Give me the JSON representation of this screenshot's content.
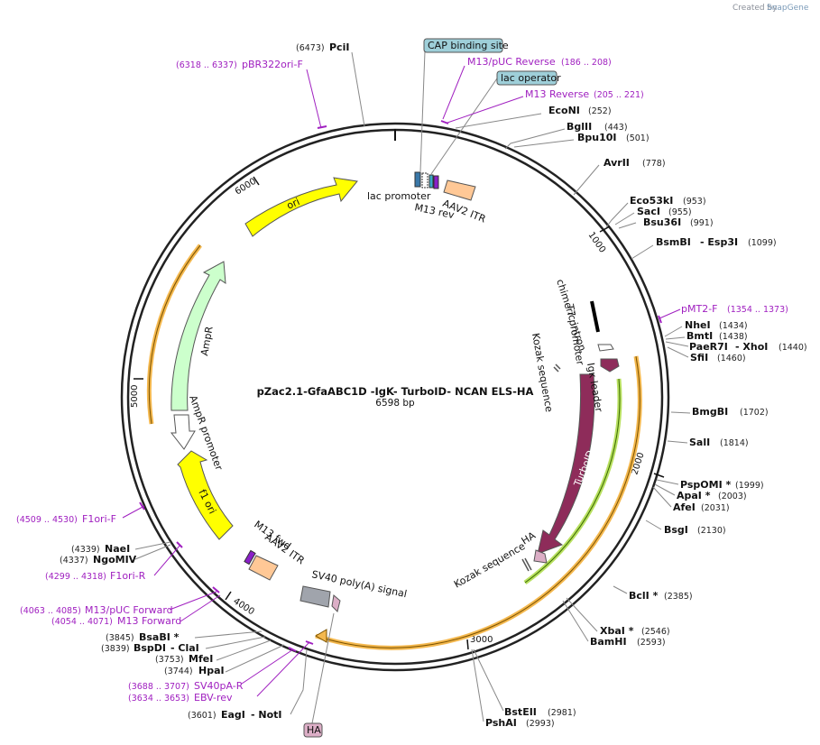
{
  "plasmid": {
    "name": "pZac2.1-GfaABC1D -IgK- TurboID- NCAN ELS-HA",
    "length": "6598 bp"
  },
  "branding": {
    "created_by": "Created by",
    "logo": "SnapGene"
  },
  "ticks": [
    "1000",
    "2000",
    "3000",
    "4000",
    "5000",
    "6000"
  ],
  "features": {
    "ori": "ori",
    "ampr": "AmpR",
    "ampr_promoter": "AmpR promoter",
    "f1_ori": "f1 ori",
    "turboid": "TurboID",
    "lac_promoter": "lac promoter",
    "m13_rev": "M13 rev",
    "aav2_itr_top": "AAV2 ITR",
    "chimeric_intron": "chimeric intron",
    "t7_promoter": "T7 promoter",
    "kozak_top": "Kozak sequence",
    "igk_leader": "Igκ leader",
    "kozak_bottom": "Kozak sequence",
    "ha": "HA",
    "m13_fwd": "M13 fwd",
    "aav2_itr_bottom": "AAV2 ITR",
    "sv40_polya": "SV40 poly(A) signal"
  },
  "boxed_labels": {
    "cap_binding_site": "CAP binding site",
    "lac_operator": "lac operator",
    "ha_bottom": "HA"
  },
  "enzymes": [
    {
      "name": "PciI",
      "pos": "(6473)"
    },
    {
      "name": "EcoNI",
      "pos": "(252)"
    },
    {
      "name": "BglII",
      "pos": "(443)"
    },
    {
      "name": "Bpu10I",
      "pos": "(501)"
    },
    {
      "name": "AvrII",
      "pos": "(778)"
    },
    {
      "name": "Eco53kI",
      "pos": "(953)"
    },
    {
      "name": "SacI",
      "pos": "(955)"
    },
    {
      "name": "Bsu36I",
      "pos": "(991)"
    },
    {
      "name": "BsmBI",
      "pos": "(1099)",
      "extra": "- Esp3I"
    },
    {
      "name": "NheI",
      "pos": "(1434)"
    },
    {
      "name": "BmtI",
      "pos": "(1438)"
    },
    {
      "name": "PaeR7I",
      "pos": "(1440)",
      "extra": "- XhoI"
    },
    {
      "name": "SfiI",
      "pos": "(1460)"
    },
    {
      "name": "BmgBI",
      "pos": "(1702)"
    },
    {
      "name": "SalI",
      "pos": "(1814)"
    },
    {
      "name": "PspOMI *",
      "pos": "(1999)"
    },
    {
      "name": "ApaI *",
      "pos": "(2003)"
    },
    {
      "name": "AfeI",
      "pos": "(2031)"
    },
    {
      "name": "BsgI",
      "pos": "(2130)"
    },
    {
      "name": "BclI *",
      "pos": "(2385)"
    },
    {
      "name": "XbaI *",
      "pos": "(2546)"
    },
    {
      "name": "BamHI",
      "pos": "(2593)"
    },
    {
      "name": "BstEII",
      "pos": "(2981)"
    },
    {
      "name": "PshAI",
      "pos": "(2993)"
    },
    {
      "name": "EagI",
      "pos": "(3601)",
      "extra": "- NotI"
    },
    {
      "name": "HpaI",
      "pos": "(3744)"
    },
    {
      "name": "MfeI",
      "pos": "(3753)"
    },
    {
      "name": "BspDI",
      "pos": "(3839)",
      "extra": "- ClaI"
    },
    {
      "name": "BsaBI *",
      "pos": "(3845)"
    },
    {
      "name": "NgoMIV",
      "pos": "(4337)"
    },
    {
      "name": "NaeI",
      "pos": "(4339)"
    }
  ],
  "primers": [
    {
      "name": "pBR322ori-F",
      "range": "(6318 .. 6337)"
    },
    {
      "name": "M13/pUC Reverse",
      "range": "(186 .. 208)"
    },
    {
      "name": "M13 Reverse",
      "range": "(205 .. 221)"
    },
    {
      "name": "pMT2-F",
      "range": "(1354 .. 1373)"
    },
    {
      "name": "F1ori-F",
      "range": "(4509 .. 4530)"
    },
    {
      "name": "F1ori-R",
      "range": "(4299 .. 4318)"
    },
    {
      "name": "M13/pUC Forward",
      "range": "(4063 .. 4085)"
    },
    {
      "name": "M13 Forward",
      "range": "(4054 .. 4071)"
    },
    {
      "name": "SV40pA-R",
      "range": "(3688 .. 3707)"
    },
    {
      "name": "EBV-rev",
      "range": "(3634 .. 3653)"
    }
  ],
  "colors": {
    "ori": "#ffff00",
    "ampr": "#ccffcc",
    "turboid": "#8e2c5a",
    "aav2_itr": "#ffc896",
    "primer": "#a020c0",
    "backbone": "#222222",
    "cap_box": "#9ecfd9",
    "ha_box": "#dcaec6"
  }
}
